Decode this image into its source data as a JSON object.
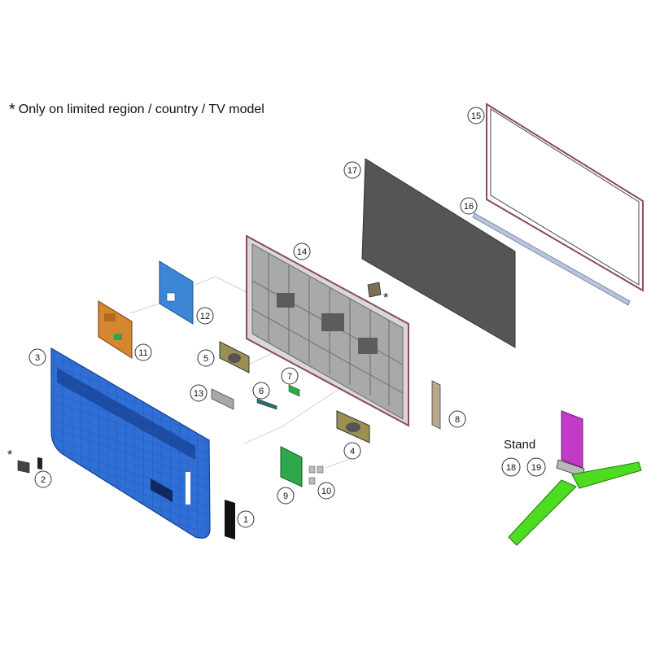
{
  "note": {
    "asterisk": "*",
    "text": "Only on limited region / country / TV model"
  },
  "stand_label": "Stand",
  "callouts": {
    "c1": "1",
    "c2": "2",
    "c3": "3",
    "c4": "4",
    "c5": "5",
    "c6": "6",
    "c7": "7",
    "c8": "8",
    "c9": "9",
    "c10": "10",
    "c11": "11",
    "c12": "12",
    "c13": "13",
    "c14": "14",
    "c15": "15",
    "c16": "16",
    "c17": "17",
    "c18": "18",
    "c19": "19"
  },
  "asterisk_marks": {
    "a1": "*",
    "a2": "*"
  },
  "colors": {
    "rear_cover": "#2f6fd6",
    "rear_cover_grid": "#163f8f",
    "stand": "#4ddc1f",
    "stand_neck": "#c23ac8",
    "main_board": "#d6862e",
    "board_blue": "#3d86d6",
    "board_green": "#2ea84a",
    "panel": "#555555",
    "chassis": "#8b8b8b",
    "bezel": "#8a4a5a"
  }
}
